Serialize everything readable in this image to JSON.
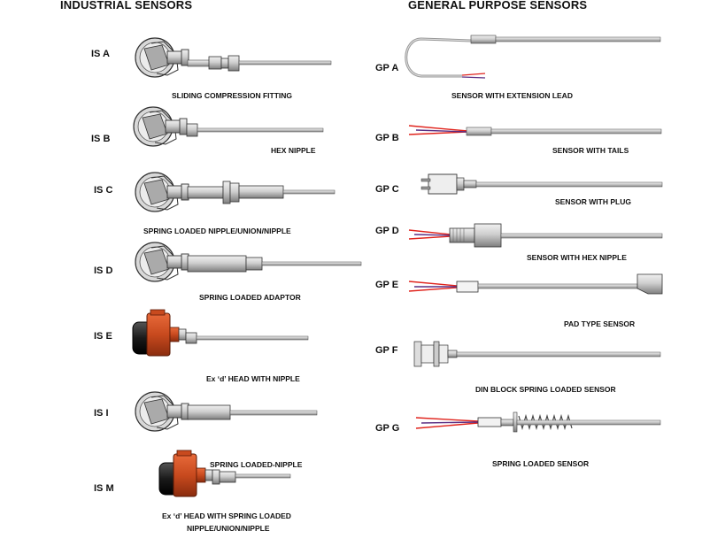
{
  "industrial": {
    "title": "INDUSTRIAL SENSORS",
    "items": [
      {
        "code": "IS A",
        "caption": "SLIDING COMPRESSION FITTING",
        "head_color": "#b8b8b8"
      },
      {
        "code": "IS B",
        "caption": "HEX NIPPLE",
        "head_color": "#b8b8b8"
      },
      {
        "code": "IS C",
        "caption": "SPRING LOADED NIPPLE/UNION/NIPPLE",
        "head_color": "#b8b8b8"
      },
      {
        "code": "IS D",
        "caption": "SPRING LOADED ADAPTOR",
        "head_color": "#b8b8b8"
      },
      {
        "code": "IS E",
        "caption": "Ex ‘d’ HEAD WITH NIPPLE",
        "head_color": "#c84a1e"
      },
      {
        "code": "IS I",
        "caption": "SPRING LOADED-NIPPLE",
        "head_color": "#b8b8b8"
      },
      {
        "code": "IS M",
        "caption_line1": "Ex ‘d’ HEAD WITH SPRING LOADED",
        "caption_line2": "NIPPLE/UNION/NIPPLE",
        "head_color": "#c84a1e"
      }
    ]
  },
  "general": {
    "title": "GENERAL PURPOSE SENSORS",
    "items": [
      {
        "code": "GP A",
        "caption": "SENSOR WITH EXTENSION LEAD"
      },
      {
        "code": "GP B",
        "caption": "SENSOR WITH TAILS"
      },
      {
        "code": "GP C",
        "caption": "SENSOR WITH PLUG"
      },
      {
        "code": "GP D",
        "caption": "SENSOR WITH HEX NIPPLE"
      },
      {
        "code": "GP E",
        "caption": "PAD TYPE SENSOR"
      },
      {
        "code": "GP F",
        "caption": "DIN BLOCK SPRING LOADED SENSOR"
      },
      {
        "code": "GP G",
        "caption": "SPRING LOADED SENSOR"
      }
    ],
    "wire_colors": [
      "#e0231c",
      "#5a2d82"
    ]
  }
}
